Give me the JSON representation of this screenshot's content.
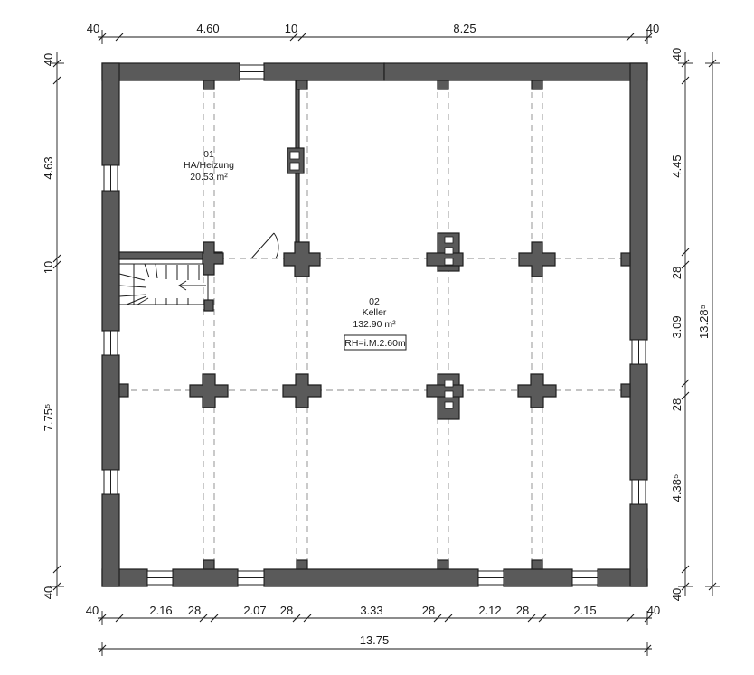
{
  "rooms": [
    {
      "number": "01",
      "name": "HA/Heizung",
      "area": "20.53 m²"
    },
    {
      "number": "02",
      "name": "Keller",
      "area": "132.90 m²",
      "note": "RH=i.M.2.60m"
    }
  ],
  "dims": {
    "top": [
      "40",
      "4.60",
      "10",
      "8.25",
      "40"
    ],
    "bottom_parts": [
      "40",
      "2.16",
      "28",
      "2.07",
      "28",
      "3.33",
      "28",
      "2.12",
      "28",
      "2.15",
      "40"
    ],
    "bottom_total": "13.75",
    "left": [
      "40",
      "4.63",
      "10",
      "7.75⁵",
      "40"
    ],
    "right": [
      "40",
      "4.45",
      "28",
      "3.09",
      "28",
      "4.38⁵",
      "40"
    ],
    "right_total": "13.28⁵"
  }
}
